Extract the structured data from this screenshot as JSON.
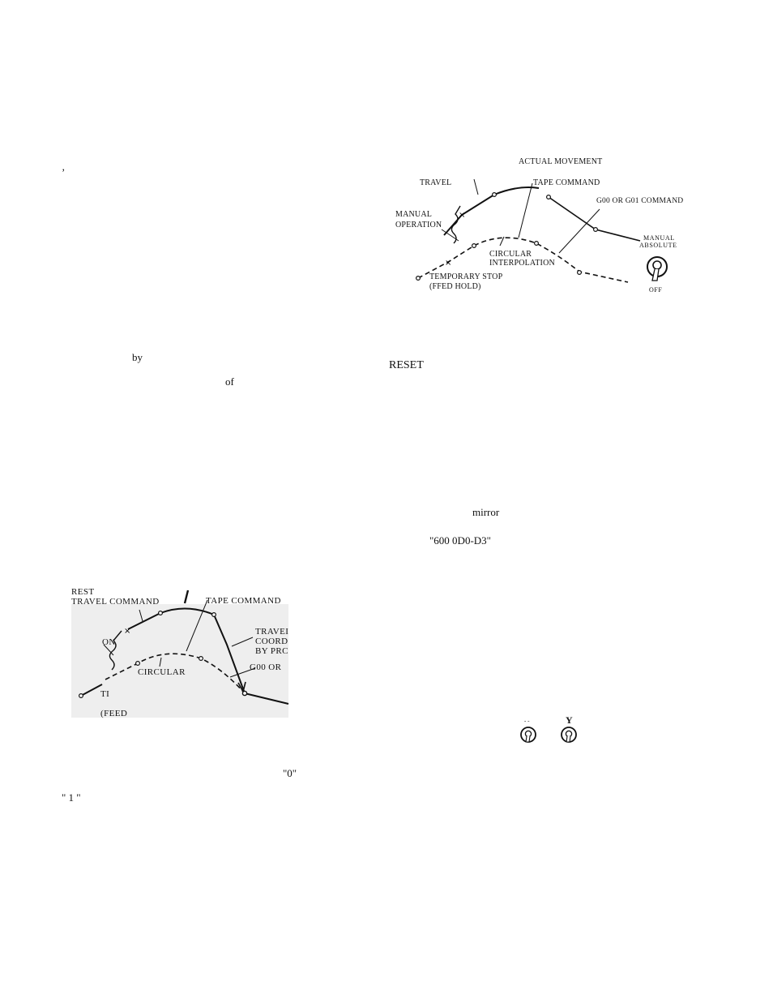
{
  "margin_mark": "’",
  "body_fragments": {
    "by": "by",
    "of": "of",
    "reset": "RESET",
    "mirror": "mirror",
    "code": "\"600 0D0-D3\"",
    "zero": "\"0\"",
    "one": "\" 1 \""
  },
  "figure_right": {
    "actual_movement": "ACTUAL MOVEMENT",
    "travel": "TRAVEL",
    "tape_command": "TAPE COMMAND",
    "g00_g01_command": "G00 OR G01 COMMAND",
    "manual_operation_line1": "MANUAL",
    "manual_operation_line2": "OPERATION",
    "circular_line1": "CIRCULAR",
    "circular_line2": "INTERPOLATION",
    "temporary_stop_line1": "TEMPORARY STOP",
    "temporary_stop_line2": "(FFED HOLD)",
    "manual_label": "MANUAL",
    "absolute_label": "ABSOLUTE",
    "off_label": "OFF"
  },
  "figure_left": {
    "rest": "REST",
    "travel_command": "TRAVEL COMMAND",
    "tape_command": "TAPE COMMAND",
    "on": "ON",
    "travel_frag": "TRAVEI",
    "coord_frag": "COORD",
    "by_prc_frag": "BY PRC",
    "circular": "CIRCULAR",
    "g00_or": "G00 OR",
    "ti_frag": "TI",
    "feed_frag": "(FEED"
  },
  "switches": {
    "x_label": "- -",
    "y_label": "Y"
  }
}
